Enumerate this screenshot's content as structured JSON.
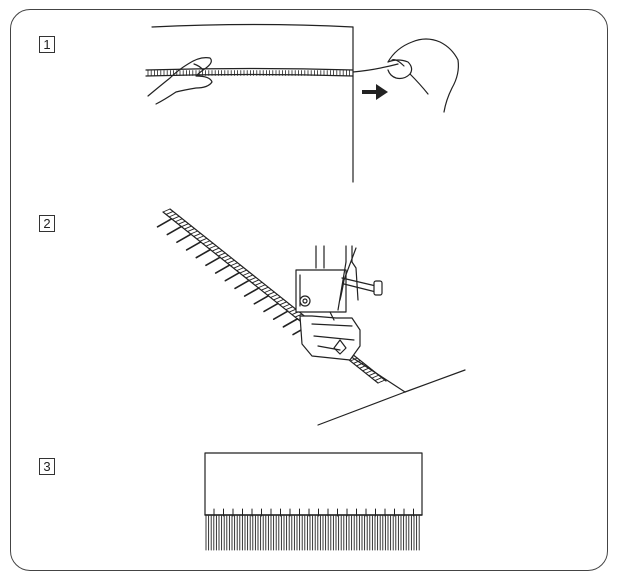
{
  "steps": [
    {
      "label": "1"
    },
    {
      "label": "2"
    },
    {
      "label": "3"
    }
  ],
  "colors": {
    "line": "#222222",
    "frame": "#444444"
  },
  "icons": [
    "hand-left-icon",
    "hand-right-icon",
    "pull-arrow-icon",
    "presser-foot-icon"
  ]
}
